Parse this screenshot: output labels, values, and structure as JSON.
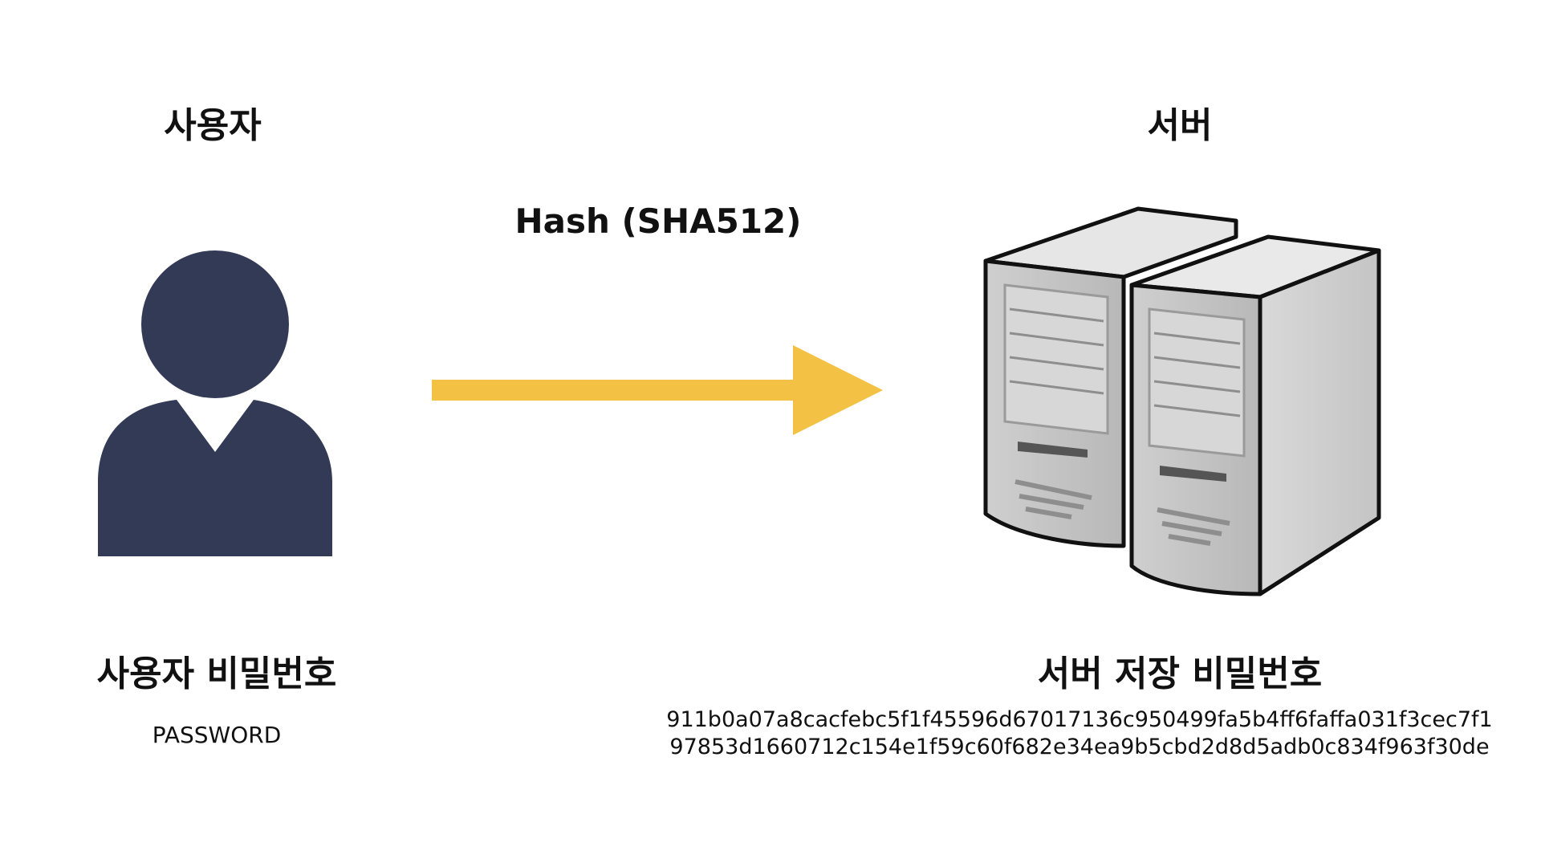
{
  "user": {
    "title": "사용자",
    "password_label": "사용자 비밀번호",
    "password_value": "PASSWORD",
    "icon": "user-icon",
    "color": "#323a56"
  },
  "arrow": {
    "label": "Hash (SHA512)",
    "color": "#f3c144"
  },
  "server": {
    "title": "서버",
    "stored_label": "서버 저장 비밀번호",
    "hash_line1": "911b0a07a8cacfebc5f1f45596d67017136c950499fa5b4ff6faffa031f3cec7f1",
    "hash_line2": "97853d1660712c154e1f59c60f682e34ea9b5cbd2d8d5adb0c834f963f30de",
    "icon": "server-icon"
  }
}
